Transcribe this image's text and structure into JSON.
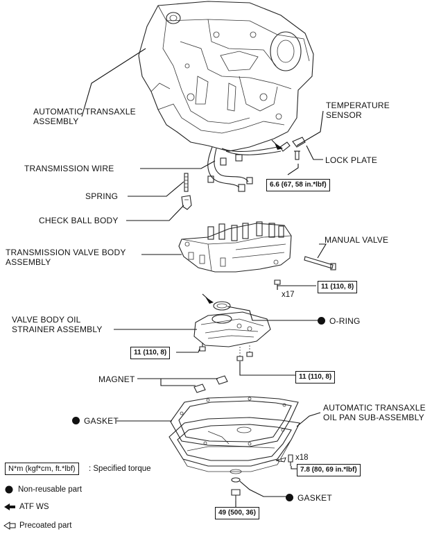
{
  "labels": {
    "automatic_transaxle_assembly": [
      "AUTOMATIC TRANSAXLE",
      "ASSEMBLY"
    ],
    "temperature_sensor": [
      "TEMPERATURE",
      "SENSOR"
    ],
    "lock_plate": "LOCK PLATE",
    "transmission_wire": "TRANSMISSION WIRE",
    "spring": "SPRING",
    "check_ball_body": "CHECK BALL BODY",
    "manual_valve": "MANUAL VALVE",
    "transmission_valve_body_assembly": [
      "TRANSMISSION VALVE BODY",
      "ASSEMBLY"
    ],
    "valve_body_oil_strainer_assembly": [
      "VALVE BODY OIL",
      "STRAINER ASSEMBLY"
    ],
    "o_ring": "O-RING",
    "magnet": "MAGNET",
    "gasket_pan": "GASKET",
    "oil_pan_sub_assembly": [
      "AUTOMATIC TRANSAXLE",
      "OIL PAN SUB-ASSEMBLY"
    ],
    "gasket_drain": "GASKET"
  },
  "torques": {
    "temp_sensor": "6.6 (67, 58 in.*lbf)",
    "valve_body": "11 (110, 8)",
    "strainer_left": "11 (110, 8)",
    "strainer_right": "11 (110, 8)",
    "oil_pan": "7.8 (80, 69 in.*lbf)",
    "drain_plug": "49 (500, 36)"
  },
  "counts": {
    "valve_body_bolts": "x17",
    "oil_pan_bolts": "x18"
  },
  "legend": {
    "torque_box": "N*m (kgf*cm, ft.*lbf)",
    "torque_desc": ": Specified torque",
    "non_reusable": "Non-reusable part",
    "atf_ws": "ATF WS",
    "precoated": "Precoated part"
  }
}
